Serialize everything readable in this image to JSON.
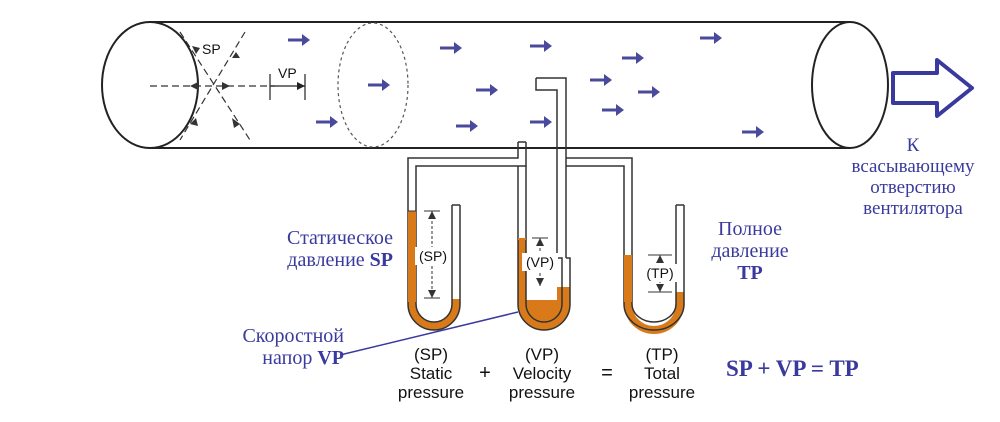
{
  "duct": {
    "sp_label": "SP",
    "vp_label": "VP"
  },
  "fan_label": [
    "К",
    "всасывающему",
    "отверстию",
    "вентилятора"
  ],
  "manometers": {
    "sp_gauge": "(SP)",
    "vp_gauge": "(VP)",
    "tp_gauge": "(TP)"
  },
  "labels": {
    "static": {
      "line1": "Статическое",
      "line2": "давление",
      "abbr": "SP"
    },
    "velocity": {
      "line1": "Скоростной",
      "line2": "напор",
      "abbr": "VP"
    },
    "total": {
      "line1": "Полное",
      "line2": "давление",
      "abbr": "TP"
    }
  },
  "equation": {
    "terms": [
      {
        "abbr": "(SP)",
        "line1": "Static",
        "line2": "pressure"
      },
      {
        "abbr": "(VP)",
        "line1": "Velocity",
        "line2": "pressure"
      },
      {
        "abbr": "(TP)",
        "line1": "Total",
        "line2": "pressure"
      }
    ],
    "plus": "+",
    "equals": "=",
    "summary": "SP + VP = TP"
  },
  "colors": {
    "accent_text": "#3a3a9e",
    "arrow": "#4a4a9c",
    "fluid": "#d97a1a",
    "line": "#222222"
  }
}
